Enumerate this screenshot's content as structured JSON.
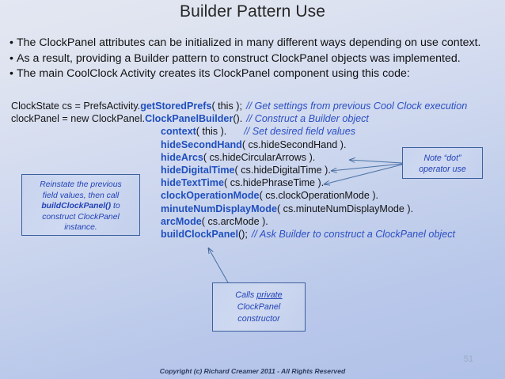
{
  "slide": {
    "title": "Builder Pattern Use",
    "page_number": "51",
    "copyright": "Copyright (c) Richard Creamer 2011 - All Rights Reserved",
    "bullet_marker": "•",
    "accent_color": "#1f4fbf",
    "comment_color": "#2b4fc4",
    "callout_border_color": "#3c5f9e",
    "background_top_color": "#e3e7f2",
    "background_bottom_color": "#b0c1e8"
  },
  "bullets": [
    "The ClockPanel attributes can be initialized in many different ways depending on use context.",
    "As a result, providing a Builder pattern to construct ClockPanel objects was implemented.",
    "The main CoolClock Activity creates its ClockPanel component using this code:"
  ],
  "code": {
    "line1": {
      "prefix": "ClockState cs = PrefsActivity.",
      "method": "getStoredPrefs",
      "args": "( this );",
      "comment": "// Get settings from previous Cool Clock execution"
    },
    "line2": {
      "prefix": "clockPanel = new ClockPanel.",
      "method": "ClockPanelBuilder",
      "args": "().",
      "comment": "// Construct a Builder object"
    },
    "calls": [
      {
        "method": "context",
        "args": "( this ).",
        "comment": "// Set desired field values"
      },
      {
        "method": "hideSecondHand",
        "args": "( cs.hideSecondHand ).",
        "comment": ""
      },
      {
        "method": "hideArcs",
        "args": "( cs.hideCircularArrows ).",
        "comment": ""
      },
      {
        "method": "hideDigitalTime",
        "args": "( cs.hideDigitalTime ).",
        "comment": ""
      },
      {
        "method": "hideTextTime",
        "args": "( cs.hidePhraseTime ).",
        "comment": ""
      },
      {
        "method": "clockOperationMode",
        "args": "( cs.clockOperationMode ).",
        "comment": ""
      },
      {
        "method": "minuteNumDisplayMode",
        "args": "( cs.minuteNumDisplayMode ).",
        "comment": ""
      },
      {
        "method": "arcMode",
        "args": "( cs.arcMode ).",
        "comment": ""
      },
      {
        "method": "buildClockPanel",
        "args": "();",
        "comment": "// Ask Builder to construct a ClockPanel object"
      }
    ]
  },
  "callouts": {
    "reinstate": {
      "line1": "Reinstate the previous",
      "line2": "field values, then call",
      "line3_bold": "buildClockPanel()",
      "line3_rest": " to",
      "line4": "construct ClockPanel",
      "line5": "instance."
    },
    "note": {
      "line1": "Note “dot”",
      "line2": "operator use"
    },
    "calls": {
      "line1_plain": "Calls ",
      "line1_underlined": "private",
      "line2": "ClockPanel",
      "line3": "constructor"
    }
  }
}
